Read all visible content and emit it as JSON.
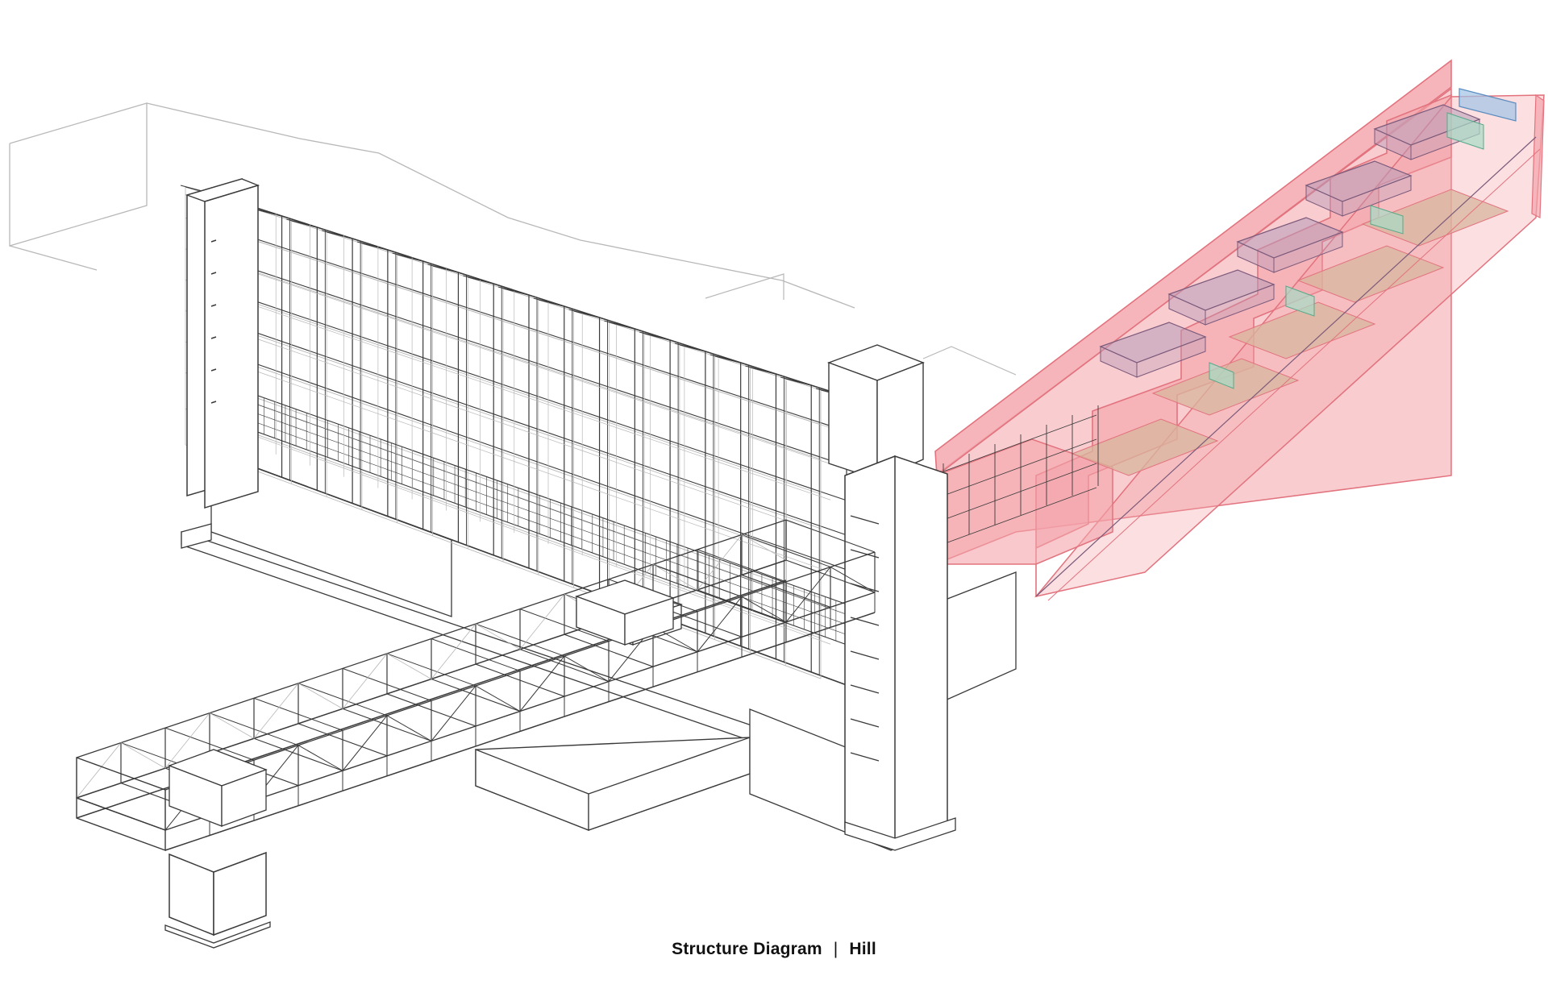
{
  "caption": {
    "title": "Structure Diagram",
    "separator": "|",
    "subtitle": "Hill"
  },
  "colors": {
    "line": "#3a3a3a",
    "light_line": "#b8b8b8",
    "hill_fill": "#f4a3aa",
    "hill_stroke": "#e2737e",
    "blue_glass": "#9fc3e6",
    "green_glass": "#a7dcc6",
    "floor_tan": "#d8b59e",
    "purple_tint": "#b79ab8"
  },
  "components": [
    "context-massing",
    "lattice-frame-block",
    "left-core-tower",
    "right-core-tower",
    "truss-bridge",
    "bridge-pier",
    "lower-podium",
    "hill-stepped-section"
  ]
}
